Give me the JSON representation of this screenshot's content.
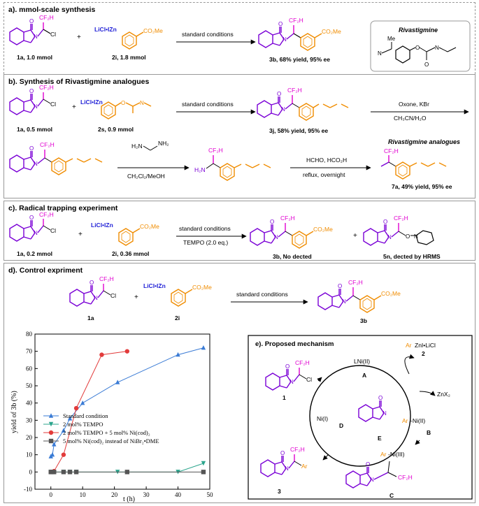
{
  "colors": {
    "purple": "#7a00d6",
    "magenta": "#e000d0",
    "orange": "#f08c00",
    "blue": "#1f1fd6",
    "arrow": "#000000",
    "border": "#999999"
  },
  "panel_a": {
    "title": "a). mmol-scale synthesis",
    "sm1": "1a, 1.0 mmol",
    "sm2": "2i, 1.8 mmol",
    "reagent": "LiCl•IZn",
    "ester": "CO₂Me",
    "cond": "standard conditions",
    "product": "3b, 68% yield, 95% ee",
    "cf2h": "CF₂H",
    "cl": "Cl"
  },
  "rivastigmine": {
    "title": "Rivastigmine",
    "me": "Me"
  },
  "panel_b": {
    "title": "b).  Synthesis of Rivastigmine analogues",
    "sm1": "1a, 0.5 mmol",
    "sm2": "2s, 0.9 mmol",
    "cond": "standard conditions",
    "product": "3j, 58% yield, 95% ee",
    "ox1": "Oxone, KBr",
    "ox2": "CH₃CN/H₂O",
    "amine1": "H₂N",
    "amine2": "NH₂",
    "solvent": "CH₂Cl₂/MeOH",
    "h2n": "H₂N",
    "r1": "HCHO, HCO₂H",
    "r2": "reflux, overnight",
    "analog_title": "Rivastigmine analogues",
    "final": "7a, 49% yield, 95% ee"
  },
  "panel_c": {
    "title": "c). Radical trapping experiment",
    "sm1": "1a, 0.2 mmol",
    "sm2": "2i, 0.36 mmol",
    "cond1": "standard conditions",
    "cond2": "TEMPO (2.0 eq.)",
    "p1": "3b, No dected",
    "p2": "5n, dected by HRMS",
    "plus": "+"
  },
  "panel_d": {
    "title": "d). Control expriment",
    "sm1": "1a",
    "sm2": "2i",
    "cond": "standard conditions",
    "product": "3b"
  },
  "chart_data": {
    "type": "line",
    "xlabel": "t (h)",
    "ylabel": "yield of 3b (%)",
    "xlim": [
      -5,
      50
    ],
    "ylim": [
      -10,
      80
    ],
    "xticks": [
      0,
      10,
      20,
      30,
      40,
      50
    ],
    "yticks": [
      -10,
      0,
      10,
      20,
      30,
      40,
      50,
      60,
      70,
      80
    ],
    "legend_position": "center-left",
    "series": [
      {
        "name": "Standard condition",
        "color": "#3a7bd5",
        "marker": "triangle-up",
        "x": [
          0,
          0.5,
          1,
          4,
          6,
          10,
          21,
          40,
          48
        ],
        "y": [
          9,
          10,
          16,
          24,
          31,
          40,
          52,
          68,
          72
        ]
      },
      {
        "name": "2 mol% TEMPO",
        "color": "#2ca58d",
        "marker": "triangle-down",
        "x": [
          0,
          0.5,
          1,
          4,
          6,
          8,
          21,
          40,
          48
        ],
        "y": [
          0,
          0,
          0,
          0,
          0,
          0,
          0,
          0,
          5
        ]
      },
      {
        "name": "2 mol% TEMPO + 5 mol% Ni(cod)₂",
        "color": "#e23b3b",
        "marker": "circle",
        "x": [
          0,
          1,
          4,
          8,
          16,
          24
        ],
        "y": [
          0,
          0.5,
          10,
          37,
          68,
          70
        ]
      },
      {
        "name": "5 mol% Ni(cod)₂ instead of NiBr₂•DME",
        "color": "#555555",
        "marker": "square",
        "x": [
          0,
          0.5,
          1,
          4,
          6,
          8,
          24,
          48
        ],
        "y": [
          0,
          0,
          0,
          0,
          0,
          0,
          0,
          0
        ]
      }
    ]
  },
  "panel_e": {
    "title": "e). Proposed mechanism",
    "lni": "LNi(II)",
    "arzn": "ArZnI•LiCl",
    "arzn_ar": "Ar",
    "arzn_rest": "ZnI•LiCl",
    "two": "2",
    "znx2": "ZnX₂",
    "arni": "Ar",
    "arni_rest": "-Ni(II)",
    "labelA": "A",
    "labelB": "B",
    "arni3": "Ar",
    "ni3_rest": "-Ni(III)",
    "labelC": "C",
    "labelD": "D",
    "labelE": "E",
    "ni1": "Ni(I)",
    "one": "1",
    "three": "3",
    "ar": "Ar"
  }
}
